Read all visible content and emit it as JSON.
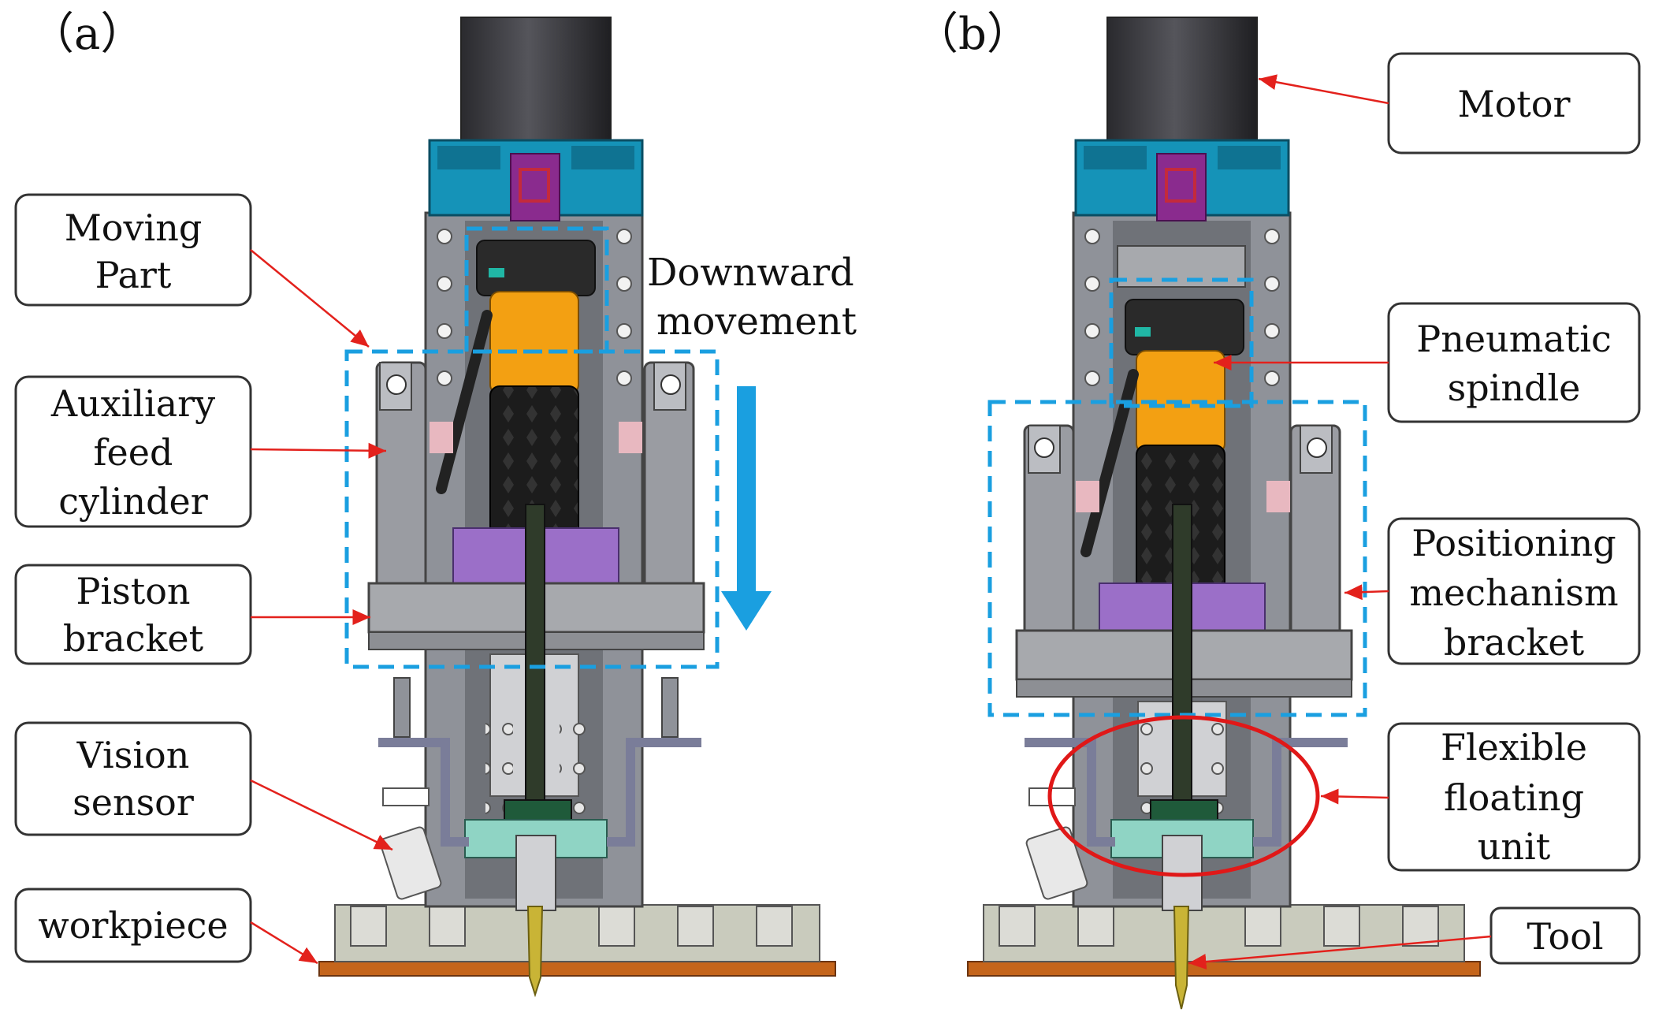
{
  "panels": [
    {
      "id": "a",
      "label": "（a）"
    },
    {
      "id": "b",
      "label": "（b）"
    }
  ],
  "panel_a": {
    "callouts": {
      "moving_part": [
        "Moving",
        "Part"
      ],
      "auxiliary_feed_cylinder": [
        "Auxiliary",
        "feed",
        "cylinder"
      ],
      "piston_bracket": [
        "Piston",
        "bracket"
      ],
      "vision_sensor": [
        "Vision",
        "sensor"
      ],
      "workpiece": [
        "workpiece"
      ]
    },
    "movement_text": [
      "Downward",
      "movement"
    ]
  },
  "panel_b": {
    "callouts": {
      "motor": [
        "Motor"
      ],
      "pneumatic_spindle": [
        "Pneumatic",
        "spindle"
      ],
      "positioning_mechanism_bracket": [
        "Positioning",
        "mechanism",
        "bracket"
      ],
      "flexible_floating_unit": [
        "Flexible",
        "floating",
        "unit"
      ],
      "tool": [
        "Tool"
      ]
    }
  },
  "colors": {
    "leader_arrow": "#e3211c",
    "dashed_box": "#1a9fe0",
    "motor": "#3f3f44",
    "top_block": "#1593b8",
    "coupling": "#8a2b8e",
    "spindle_body": "#f3a012",
    "grip": "#1c1c1c",
    "frame": "#8f9299",
    "bracket": "#a7a9ad",
    "base": "#c9cbbd",
    "workpiece_plate": "#c5651b",
    "drill_bit": "#c9b436",
    "floating_ellipse": "#e01818"
  }
}
